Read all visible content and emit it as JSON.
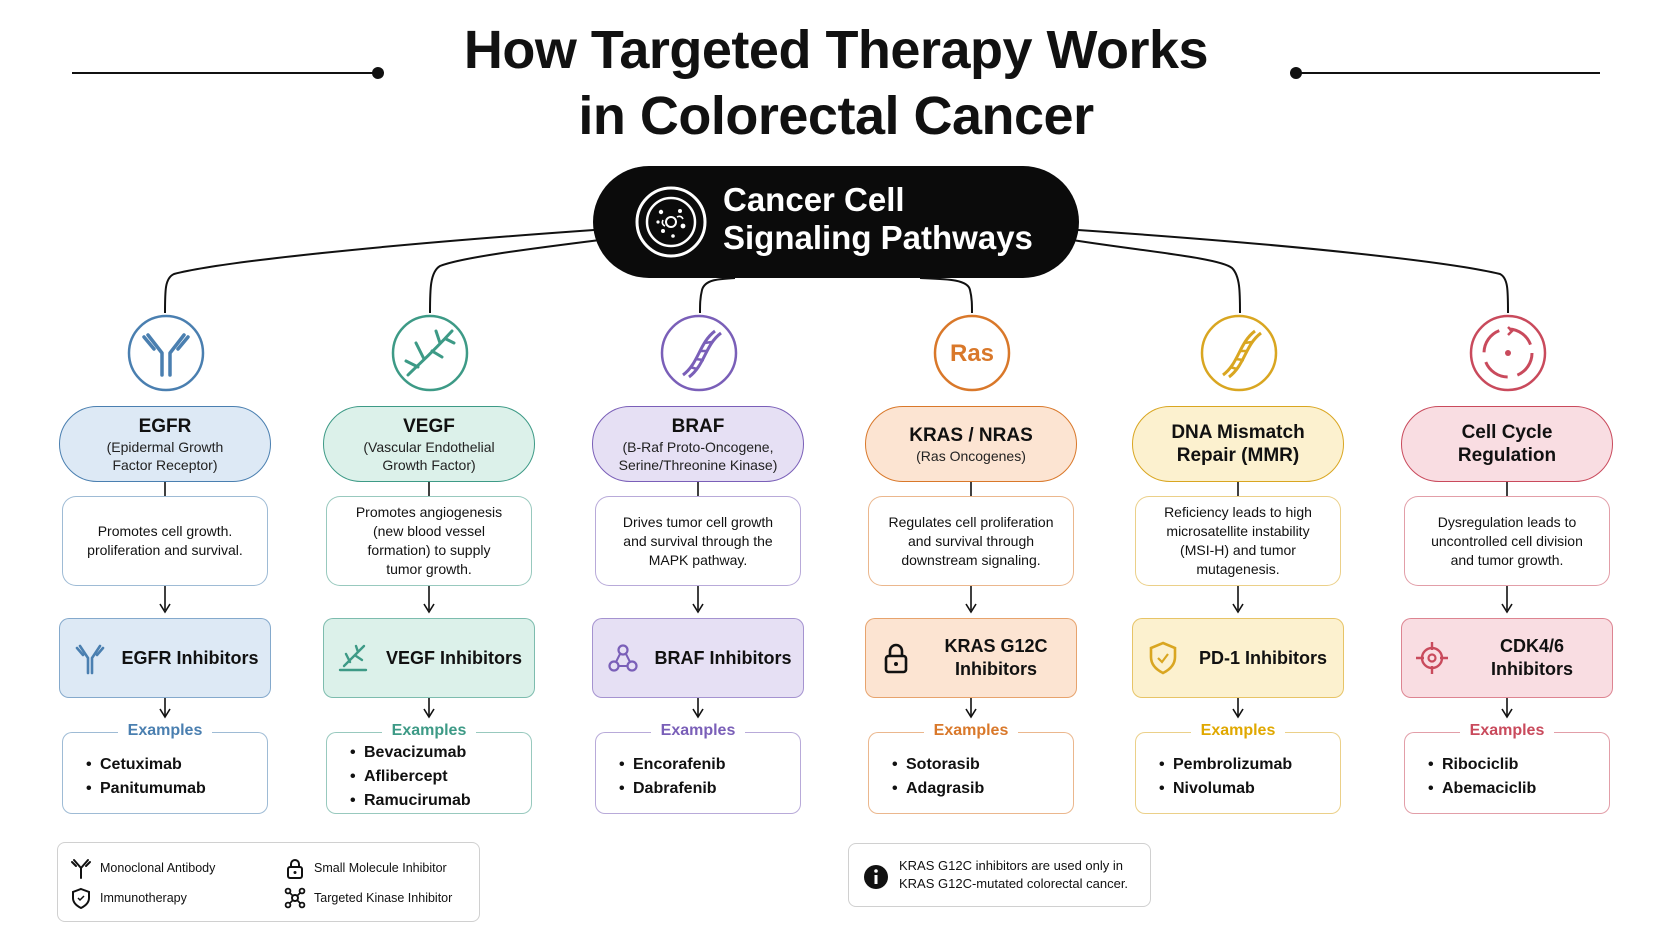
{
  "title": {
    "line1": "How Targeted Therapy Works",
    "line2": "in Colorectal Cancer"
  },
  "hub": {
    "line1": "Cancer Cell",
    "line2": "Signaling Pathways",
    "icon": "cell-icon"
  },
  "colors": {
    "egfr": "#4a7fb0",
    "vegf": "#3d9a86",
    "braf": "#7a5fb8",
    "kras": "#d9782a",
    "mmr": "#d9a621",
    "cell_cycle": "#c94a5c"
  },
  "pathways": [
    {
      "key": "egfr",
      "icon": "antibody-icon",
      "name": "EGFR",
      "sub_lines": [
        "(Epidermal Growth",
        "Factor Receptor)"
      ],
      "description_lines": [
        "Promotes cell growth.",
        "proliferation and survival."
      ],
      "inhibitor_icon": "antibody-icon",
      "inhibitor_lines": [
        "EGFR Inhibitors"
      ],
      "examples_title": "Examples",
      "examples": [
        "Cetuximab",
        "Panitumumab"
      ]
    },
    {
      "key": "vegf",
      "icon": "blood-vessel-icon",
      "name": "VEGF",
      "sub_lines": [
        "(Vascular Endothelial",
        "Growth Factor)"
      ],
      "description_lines": [
        "Promotes angiogenesis",
        "(new blood vessel",
        "formation) to supply",
        "tumor growth."
      ],
      "inhibitor_icon": "vessel-block-icon",
      "inhibitor_lines": [
        "VEGF Inhibitors"
      ],
      "examples_title": "Examples",
      "examples": [
        "Bevacizumab",
        "Aflibercept",
        "Ramucirumab"
      ]
    },
    {
      "key": "braf",
      "icon": "dna-icon",
      "name": "BRAF",
      "sub_lines": [
        "(B-Raf Proto-Oncogene,",
        "Serine/Threonine Kinase)"
      ],
      "description_lines": [
        "Drives tumor cell growth",
        "and survival through the",
        "MAPK pathway."
      ],
      "inhibitor_icon": "kinase-icon",
      "inhibitor_lines": [
        "BRAF Inhibitors"
      ],
      "examples_title": "Examples",
      "examples": [
        "Encorafenib",
        "Dabrafenib"
      ]
    },
    {
      "key": "kras",
      "icon": "ras-icon",
      "icon_text": "Ras",
      "name": "KRAS / NRAS",
      "sub_lines": [
        "(Ras Oncogenes)"
      ],
      "description_lines": [
        "Regulates cell proliferation",
        "and survival through",
        "downstream signaling."
      ],
      "inhibitor_icon": "lock-icon",
      "inhibitor_lines": [
        "KRAS G12C",
        "Inhibitors"
      ],
      "examples_title": "Examples",
      "examples": [
        "Sotorasib",
        "Adagrasib"
      ]
    },
    {
      "key": "mmr",
      "icon": "dna-icon",
      "name_lines": [
        "DNA Mismatch",
        "Repair (MMR)"
      ],
      "sub_lines": [],
      "description_lines": [
        "Reficiency leads to high",
        "microsatellite instability",
        "(MSI-H) and tumor",
        "mutagenesis."
      ],
      "inhibitor_icon": "shield-icon",
      "inhibitor_lines": [
        "PD-1 Inhibitors"
      ],
      "examples_title": "Examples",
      "examples": [
        "Pembrolizumab",
        "Nivolumab"
      ]
    },
    {
      "key": "cell_cycle",
      "icon": "cell-cycle-icon",
      "name_lines": [
        "Cell Cycle",
        "Regulation"
      ],
      "sub_lines": [],
      "description_lines": [
        "Dysregulation leads to",
        "uncontrolled cell division",
        "and tumor growth."
      ],
      "inhibitor_icon": "target-icon",
      "inhibitor_lines": [
        "CDK4/6 Inhibitors"
      ],
      "examples_title": "Examples",
      "examples": [
        "Ribociclib",
        "Abemaciclib"
      ]
    }
  ],
  "legend": [
    {
      "icon": "antibody-icon",
      "label": "Monoclonal Antibody"
    },
    {
      "icon": "lock-icon",
      "label": "Small Molecule Inhibitor"
    },
    {
      "icon": "shield-icon",
      "label": "Immunotherapy"
    },
    {
      "icon": "kinase-icon",
      "label": "Targeted Kinase Inhibitor"
    }
  ],
  "note": {
    "icon": "info-icon",
    "lines": [
      "KRAS G12C inhibitors are used only in",
      "KRAS G12C-mutated colorectal cancer."
    ]
  }
}
